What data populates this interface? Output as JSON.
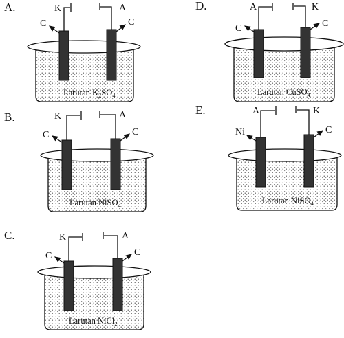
{
  "cells": [
    {
      "option": "A.",
      "left_terminal": "K",
      "right_terminal": "A",
      "left_electrode": "C",
      "right_electrode": "C",
      "solution_prefix": "Larutan ",
      "solution_main": "K",
      "solution_sub1": "2",
      "solution_main2": "SO",
      "solution_sub2": "4"
    },
    {
      "option": "B.",
      "left_terminal": "K",
      "right_terminal": "A",
      "left_electrode": "C",
      "right_electrode": "C",
      "solution_prefix": "Larutan ",
      "solution_main": "NiSO",
      "solution_sub1": "4",
      "solution_main2": "",
      "solution_sub2": ""
    },
    {
      "option": "C.",
      "left_terminal": "K",
      "right_terminal": "A",
      "left_electrode": "C",
      "right_electrode": "C",
      "solution_prefix": "Larutan ",
      "solution_main": "NiCl",
      "solution_sub1": "2",
      "solution_main2": "",
      "solution_sub2": ""
    },
    {
      "option": "D.",
      "left_terminal": "A",
      "right_terminal": "K",
      "left_electrode": "C",
      "right_electrode": "C",
      "solution_prefix": "Larutan ",
      "solution_main": "CuSO",
      "solution_sub1": "4",
      "solution_main2": "",
      "solution_sub2": ""
    },
    {
      "option": "E.",
      "left_terminal": "A",
      "right_terminal": "K",
      "left_electrode": "Ni",
      "right_electrode": "C",
      "solution_prefix": "Larutan ",
      "solution_main": "NiSO",
      "solution_sub1": "4",
      "solution_main2": "",
      "solution_sub2": ""
    }
  ]
}
